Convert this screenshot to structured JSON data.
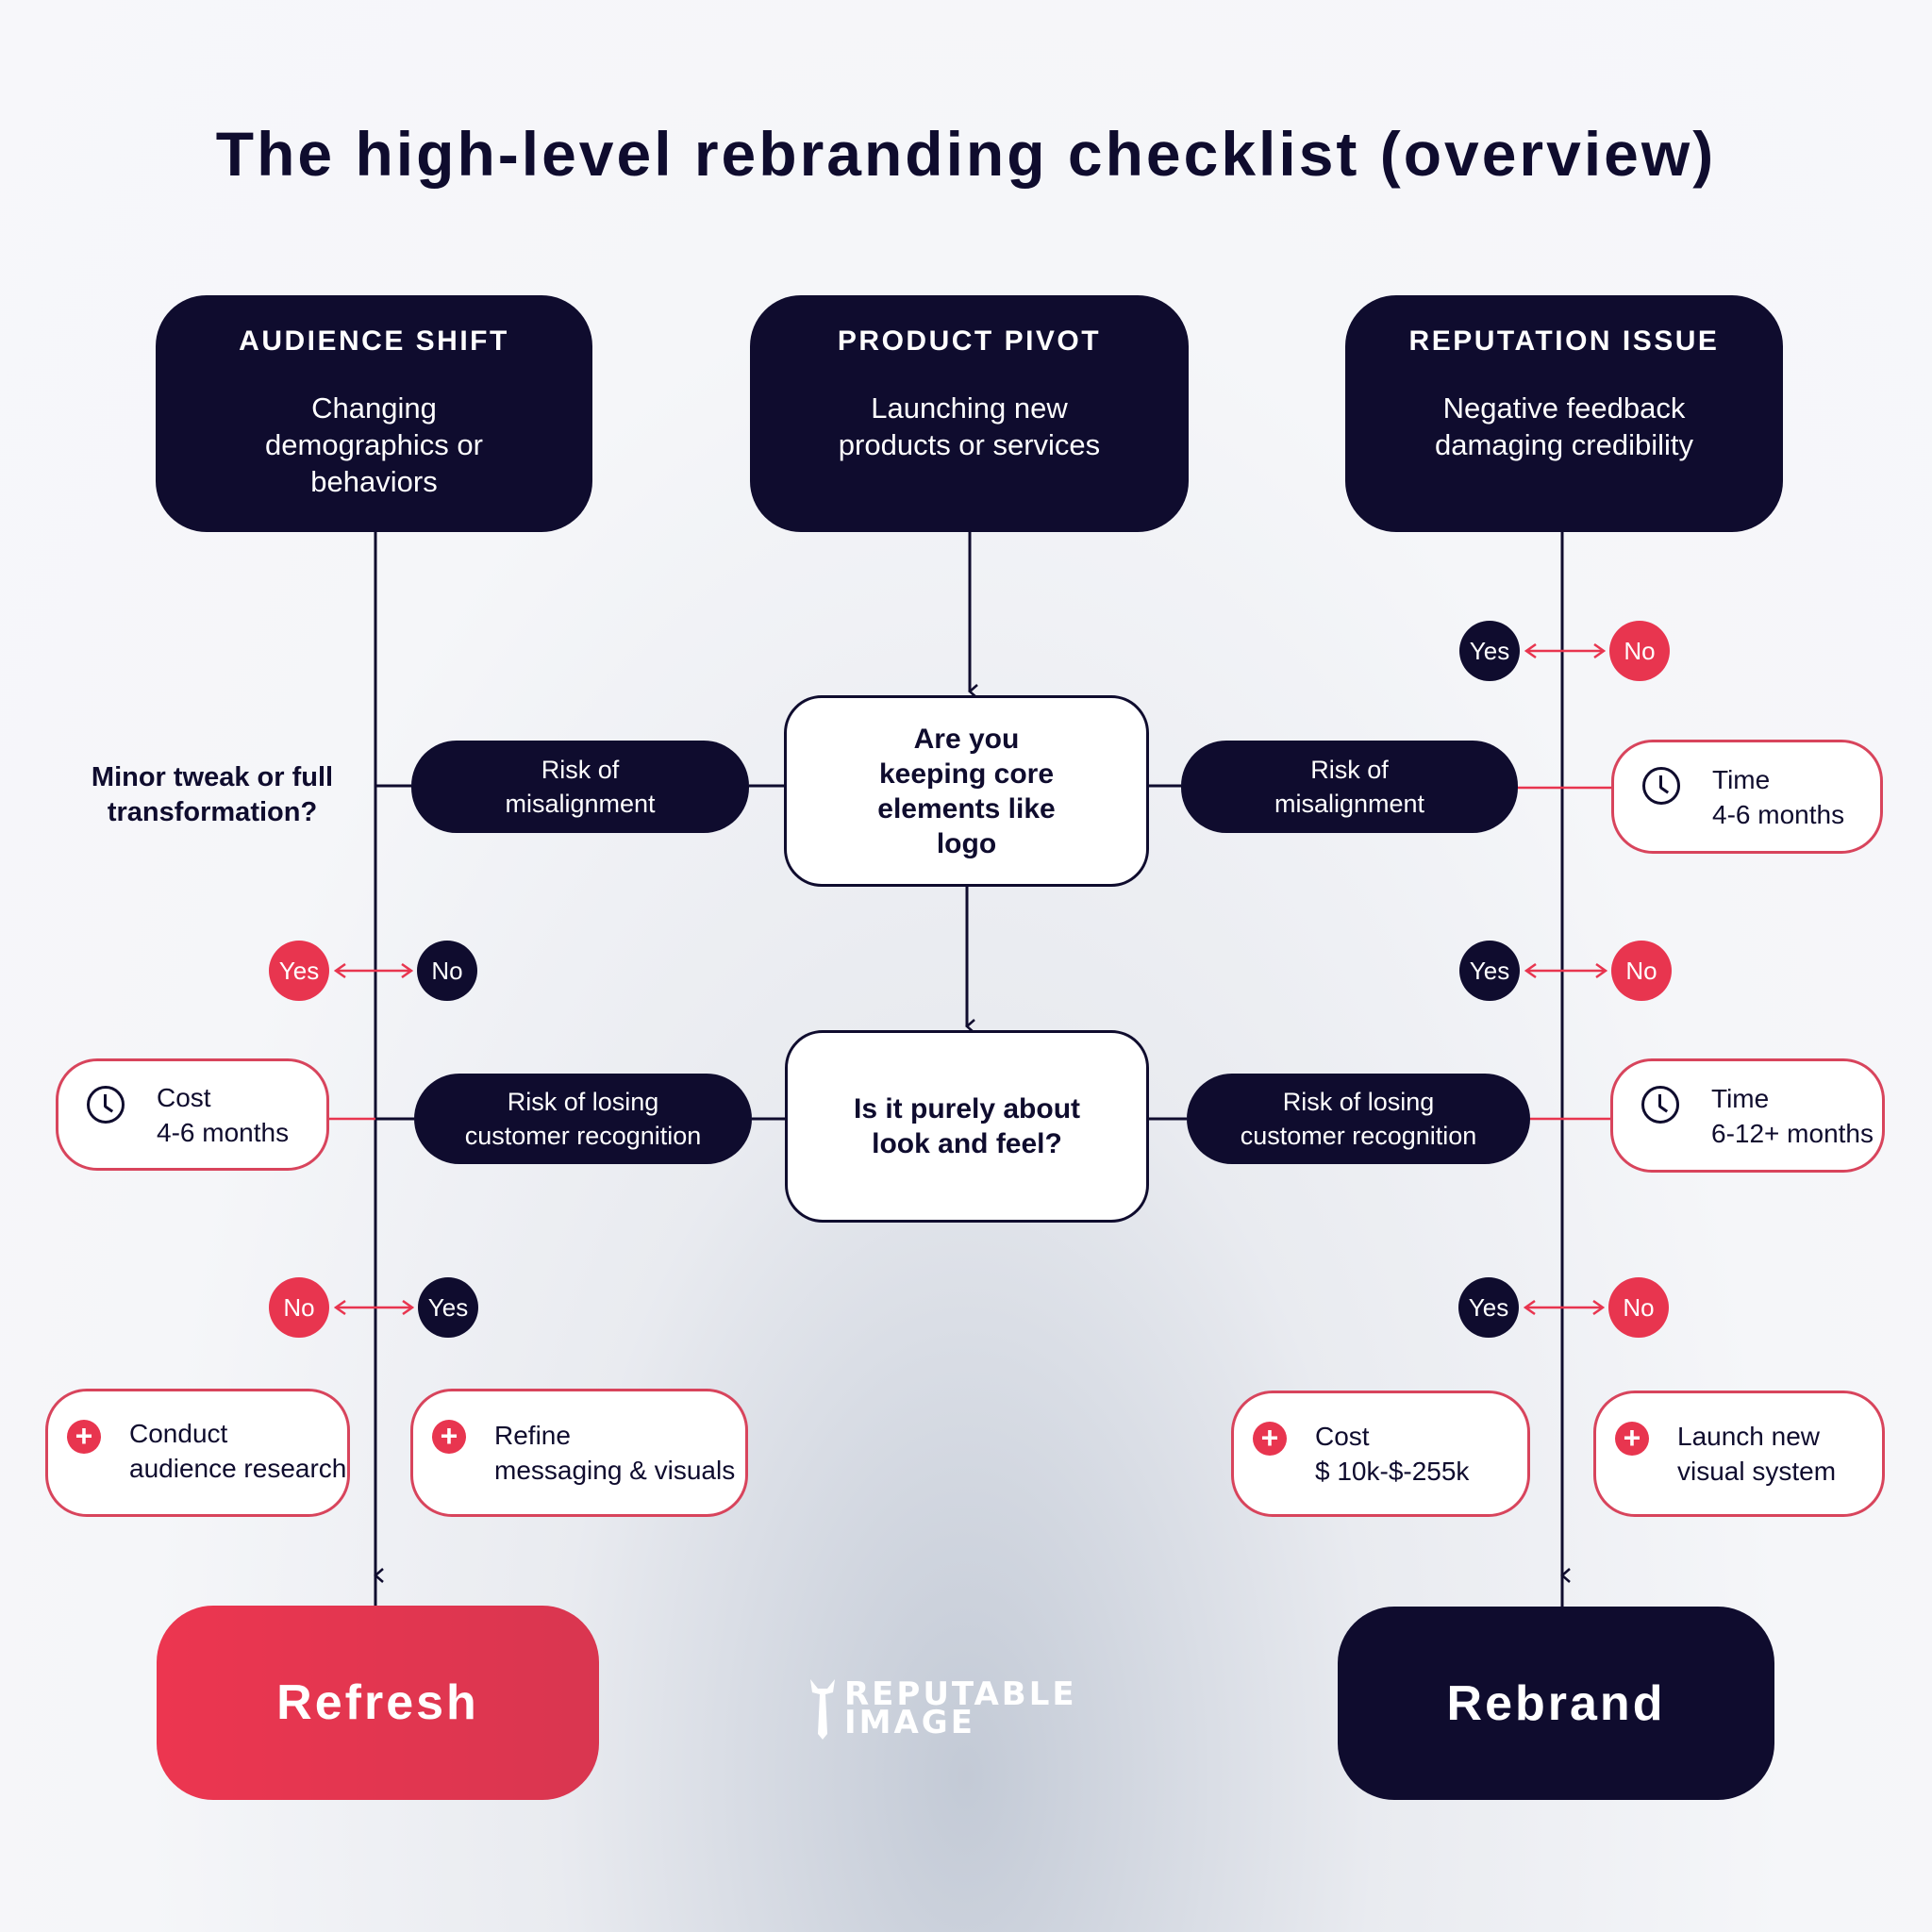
{
  "title": "The high-level rebranding checklist (overview)",
  "colors": {
    "dark": "#0f0c2e",
    "accent": "#e8354f",
    "background": "#f5f6f9"
  },
  "columns": [
    {
      "heading": "AUDIENCE SHIFT",
      "description": "Changing demographics or behaviors"
    },
    {
      "heading": "PRODUCT PIVOT",
      "description": "Launching new products or services"
    },
    {
      "heading": "REPUTATION ISSUE",
      "description": "Negative feedback damaging credibility"
    }
  ],
  "questions": [
    "Are you keeping core elements like logo",
    "Is it purely about look and feel?"
  ],
  "side_question": "Minor tweak or full transformation?",
  "risks": {
    "left1": "Risk of misalignment",
    "right1": "Risk of misalignment",
    "left2": "Risk of losing customer recognition",
    "right2": "Risk of losing customer recognition"
  },
  "choices": {
    "yes": "Yes",
    "no": "No"
  },
  "info": {
    "time1": {
      "label": "Time",
      "value": "4-6 months",
      "icon": "clock-icon"
    },
    "time2": {
      "label": "Time",
      "value": "6-12+ months",
      "icon": "clock-icon"
    },
    "cost_left": {
      "label": "Cost",
      "value": "4-6 months",
      "icon": "clock-icon"
    }
  },
  "actions": [
    {
      "line1": "Conduct",
      "line2": "audience research",
      "icon": "plus-icon"
    },
    {
      "line1": "Refine",
      "line2": "messaging & visuals",
      "icon": "plus-icon"
    },
    {
      "line1": "Cost",
      "line2": "$ 10k-$-255k",
      "icon": "plus-icon"
    },
    {
      "line1": "Launch new",
      "line2": "visual system",
      "icon": "plus-icon"
    }
  ],
  "outcomes": {
    "refresh": "Refresh",
    "rebrand": "Rebrand"
  },
  "logo": {
    "line1": "REPUTABLE",
    "line2": "IMAGE"
  }
}
